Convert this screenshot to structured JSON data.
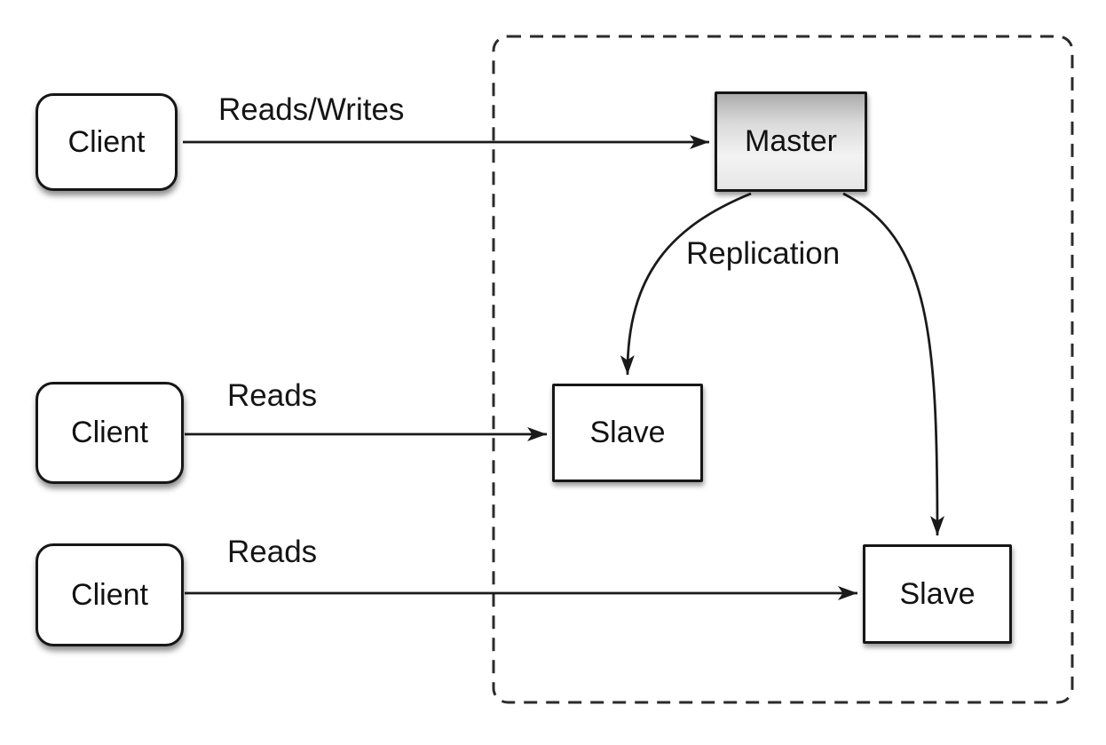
{
  "diagram": {
    "nodes": {
      "clients": [
        {
          "label": "Client"
        },
        {
          "label": "Client"
        },
        {
          "label": "Client"
        }
      ],
      "master": {
        "label": "Master"
      },
      "slaves": [
        {
          "label": "Slave"
        },
        {
          "label": "Slave"
        }
      ]
    },
    "edges": [
      {
        "label": "Reads/Writes",
        "from": "client-1",
        "to": "master"
      },
      {
        "label": "Reads",
        "from": "client-2",
        "to": "slave-1"
      },
      {
        "label": "Reads",
        "from": "client-3",
        "to": "slave-2"
      },
      {
        "label": "Replication",
        "from": "master",
        "to": "slave-1"
      },
      {
        "label": "",
        "from": "master",
        "to": "slave-2"
      }
    ],
    "colors": {
      "background": "#ffffff",
      "line": "#1a1a1a",
      "box_border": "#161616",
      "box_fill": "#ffffff",
      "master_gradient_top": "#acacac",
      "master_gradient_bottom": "#e6e6e6",
      "dashed_border": "#2b2b2b"
    }
  }
}
